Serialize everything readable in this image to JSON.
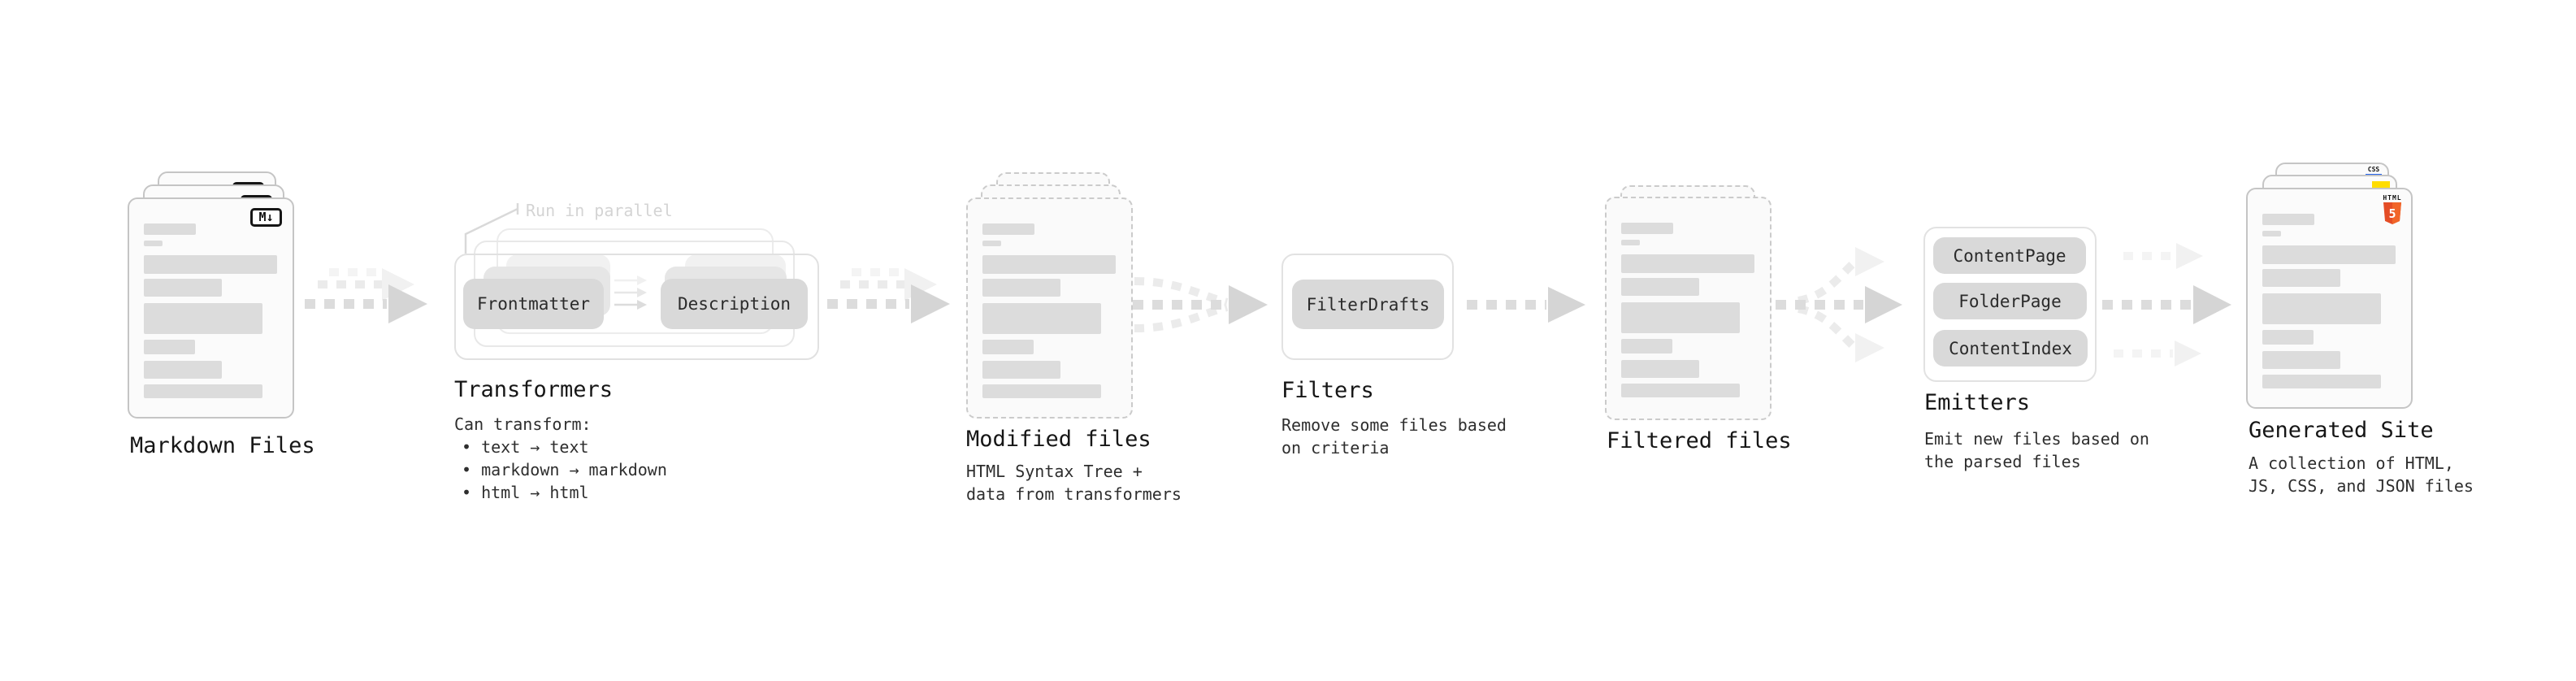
{
  "stages": {
    "markdown": {
      "label": "Markdown Files",
      "badge": "M↓"
    },
    "transformers": {
      "label": "Transformers",
      "annotation": "Run in parallel",
      "pill_left": "Frontmatter",
      "pill_right": "Description",
      "sub": [
        "Can transform:",
        "• text → text",
        "• markdown → markdown",
        "• html → html"
      ]
    },
    "modified": {
      "label": "Modified files",
      "sub": [
        "HTML Syntax Tree +",
        "data from transformers"
      ]
    },
    "filters": {
      "label": "Filters",
      "pill": "FilterDrafts",
      "sub": [
        "Remove some files based",
        "on criteria"
      ]
    },
    "filtered": {
      "label": "Filtered files"
    },
    "emitters": {
      "label": "Emitters",
      "pills": [
        "ContentPage",
        "FolderPage",
        "ContentIndex"
      ],
      "sub": [
        "Emit new files based on",
        "the parsed files"
      ]
    },
    "generated": {
      "label": "Generated Site",
      "sub": [
        "A collection of HTML,",
        "JS, CSS, and JSON files"
      ],
      "badges": {
        "css": "CSS",
        "html_top": "HTML",
        "html_num": "5"
      }
    }
  },
  "colors": {
    "html5_orange": "#e44d26",
    "js_yellow": "#ffdd00",
    "css_blue": "#2563eb",
    "pill_gray": "#d9d9d9",
    "skeleton_gray": "#dcdcdc",
    "arrow_gray": "#d5d5d5"
  }
}
